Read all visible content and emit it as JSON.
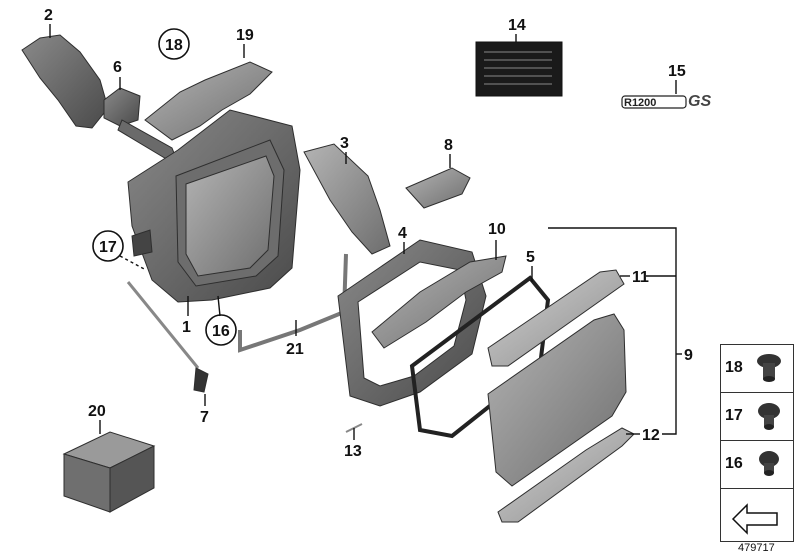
{
  "labels": {
    "p1": "1",
    "p2": "2",
    "p3": "3",
    "p4": "4",
    "p5": "5",
    "p6": "6",
    "p7": "7",
    "p8": "8",
    "p9": "9",
    "p10": "10",
    "p11": "11",
    "p12": "12",
    "p13": "13",
    "p14": "14",
    "p15": "15",
    "p16": "16",
    "p17": "17",
    "p18": "18",
    "p19": "19",
    "p20": "20",
    "p21": "21"
  },
  "decal": {
    "prefix": "R1200",
    "suffix": "GS"
  },
  "legend": [
    {
      "id": "18"
    },
    {
      "id": "17"
    },
    {
      "id": "16"
    }
  ],
  "doc_number": "479717",
  "colors": {
    "part_dark": "#555555",
    "part_mid": "#7a7a7a",
    "part_light": "#a6a6a6",
    "line": "#111111"
  }
}
